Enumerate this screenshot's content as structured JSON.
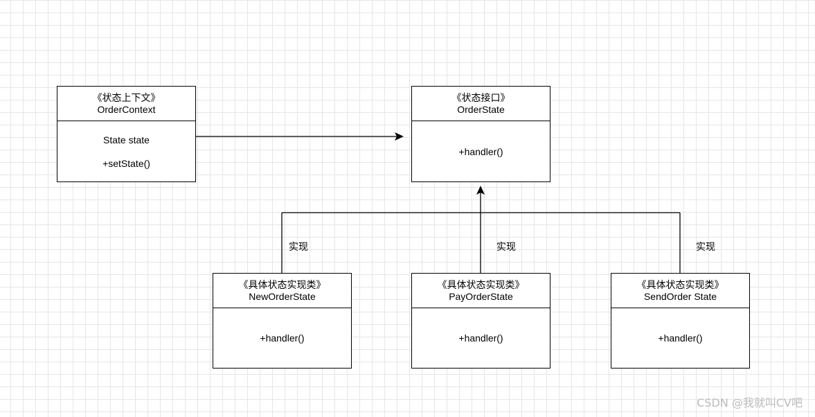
{
  "context": {
    "stereotype": "《状态上下文》",
    "name": "OrderContext",
    "attribute": "State state",
    "method": "+setState()"
  },
  "interface": {
    "stereotype": "《状态接口》",
    "name": "OrderState",
    "method": "+handler()"
  },
  "states": [
    {
      "stereotype": "《具体状态实现类》",
      "name": "NewOrderState",
      "method": "+handler()"
    },
    {
      "stereotype": "《具体状态实现类》",
      "name": "PayOrderState",
      "method": "+handler()"
    },
    {
      "stereotype": "《具体状态实现类》",
      "name": "SendOrder State",
      "method": "+handler()"
    }
  ],
  "relations": {
    "implement_label": "实现"
  },
  "watermark": "CSDN @我就叫CV吧"
}
